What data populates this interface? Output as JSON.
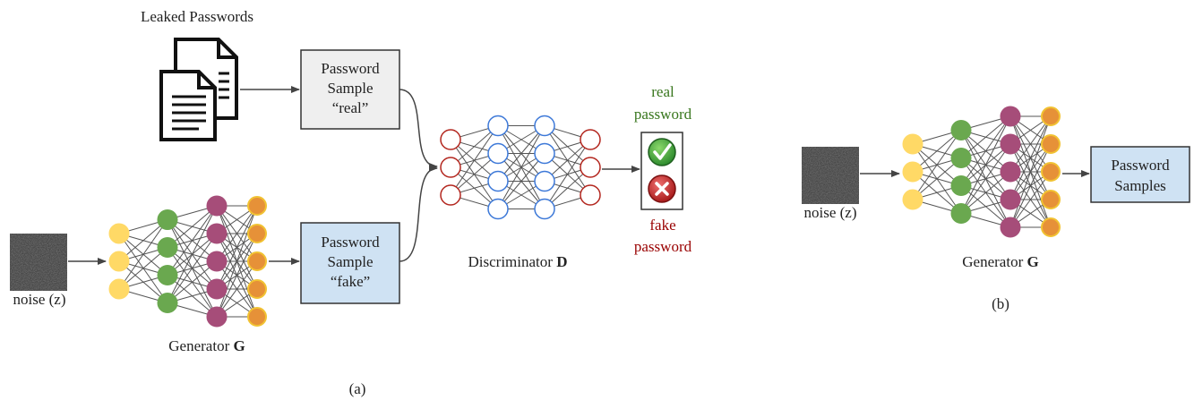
{
  "panel_a": {
    "leaked_label": "Leaked Passwords",
    "real_box": {
      "line1": "Password",
      "line2": "Sample",
      "line3": "“real”"
    },
    "fake_box": {
      "line1": "Password",
      "line2": "Sample",
      "line3": "“fake”"
    },
    "noise_label": "noise (z)",
    "generator_label_prefix": "Generator ",
    "generator_label_bold": "G",
    "discriminator_label_prefix": "Discriminator ",
    "discriminator_label_bold": "D",
    "real_output": {
      "line1": "real",
      "line2": "password"
    },
    "fake_output": {
      "line1": "fake",
      "line2": "password"
    },
    "caption": "(a)"
  },
  "panel_b": {
    "noise_label": "noise (z)",
    "samples_box": {
      "line1": "Password",
      "line2": "Samples"
    },
    "generator_label_prefix": "Generator ",
    "generator_label_bold": "G",
    "caption": "(b)"
  },
  "colors": {
    "yellow": "#FFD966",
    "green": "#6AA84F",
    "magenta": "#A64D79",
    "orange": "#E69138",
    "orange_stroke": "#F1C232",
    "discriminator_in_out": "#B3261E",
    "discriminator_hidden": "#3C78D8",
    "real_text": "#38761D",
    "fake_text": "#990000",
    "real_box_fill": "#EFEFEF",
    "fake_box_fill": "#CFE2F3",
    "check_green": "#4CAF50",
    "cross_red": "#C62828"
  },
  "icons": {
    "documents": "documents-icon",
    "check": "check-icon",
    "cross": "cross-icon",
    "noise": "noise-image"
  }
}
